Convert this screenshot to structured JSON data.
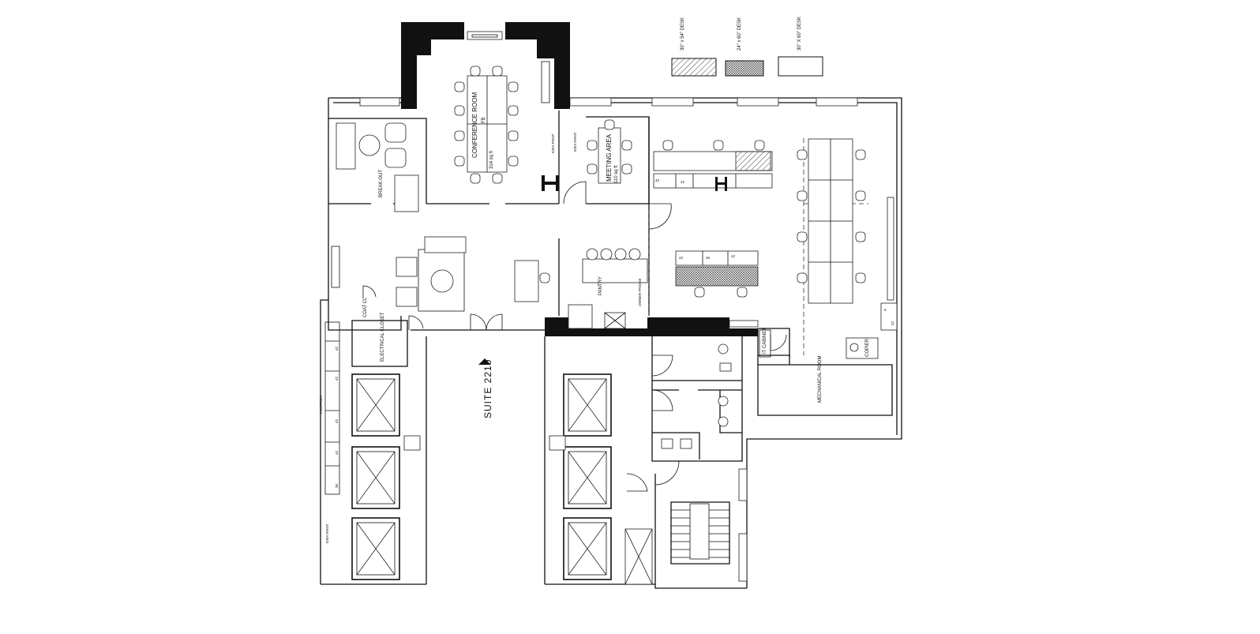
{
  "plan": {
    "suite": "SUITE  2210",
    "legend": [
      {
        "label": "30\" x 54\" DESK",
        "pattern": "diagonal-hatch"
      },
      {
        "label": "24\" x 60\" DESK",
        "pattern": "cross-hatch"
      },
      {
        "label": "30\" X 60\" DESK",
        "pattern": "plain"
      }
    ],
    "rooms": {
      "conference": {
        "name": "CONFERENCE ROOM",
        "area": "314 sq ft",
        "tag": "FB"
      },
      "meeting": {
        "name": "MEETING AREA",
        "area": "110 sq ft"
      },
      "breakout": "BREAK-OUT",
      "pantry": "PANTRY",
      "coat": "COAT CL",
      "electrical": "ELECTRICAL CLOSET",
      "mechanical": "MECHANICAL ROOM",
      "it": "IT CABINET",
      "copier": "COPIER"
    },
    "notes": {
      "idea_paint": "IDEA PAINT",
      "location": "LOCATION",
      "fridge": "OWNER FRIDGE"
    },
    "desk_tags": [
      "42",
      "42",
      "42",
      "42",
      "36",
      "42",
      "6",
      "42"
    ],
    "locker_numbers": [
      "42",
      "42",
      "42",
      "42",
      "36"
    ],
    "colors": {
      "wall": "#111111",
      "hatch": "#444444",
      "background": "#ffffff"
    }
  }
}
